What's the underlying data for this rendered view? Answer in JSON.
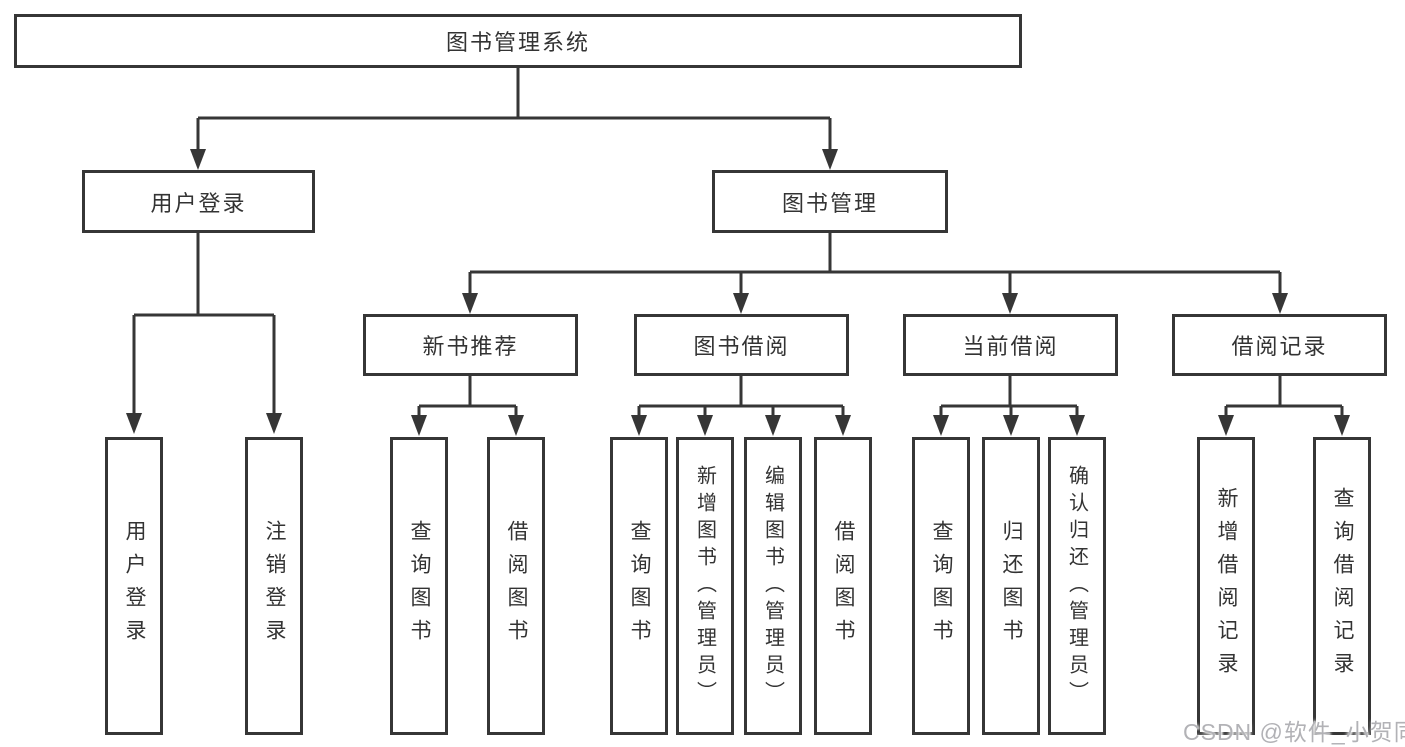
{
  "diagram": {
    "root": "图书管理系统",
    "login": {
      "label": "用户登录",
      "children": [
        "用户登录",
        "注销登录"
      ]
    },
    "management": {
      "label": "图书管理",
      "groups": [
        {
          "label": "新书推荐",
          "children": [
            "查询图书",
            "借阅图书"
          ]
        },
        {
          "label": "图书借阅",
          "children": [
            "查询图书",
            "新增图书（管理员）",
            "编辑图书（管理员）",
            "借阅图书"
          ]
        },
        {
          "label": "当前借阅",
          "children": [
            "查询图书",
            "归还图书",
            "确认归还（管理员）"
          ]
        },
        {
          "label": "借阅记录",
          "children": [
            "新增借阅记录",
            "查询借阅记录"
          ]
        }
      ]
    }
  },
  "watermark": "CSDN @软件_小贺同学",
  "colors": {
    "line": "#363636",
    "text": "#333333",
    "background": "#ffffff",
    "watermark": "#b2b2b6"
  }
}
